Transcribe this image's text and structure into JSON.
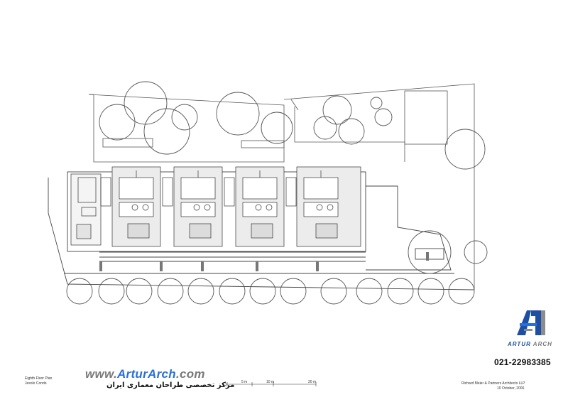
{
  "title_block": {
    "left_line1": "Eighth Floor Plan",
    "left_line2": "Jesolo Condo",
    "right_line1": "Richard Meier & Partners Architects LLP",
    "right_line2": "10 October, 2006"
  },
  "scale_bar": {
    "labels": [
      "5 m",
      "10 m",
      "20 m"
    ]
  },
  "watermark": {
    "site_prefix": "www.",
    "site_artur": "Artur",
    "site_arch": "Arch",
    "site_suffix": ".com",
    "persian_text": "مرکز تخصصی طراحان معماری ایران",
    "phone": "021-22983385",
    "brand_word_a": "ARTUR",
    "brand_word_b": "ARCH",
    "brand_color": "#1e4fa3",
    "accent_color": "#2a6fd8"
  },
  "drawing": {
    "unit_count": 5,
    "tree_count_row": 13
  }
}
